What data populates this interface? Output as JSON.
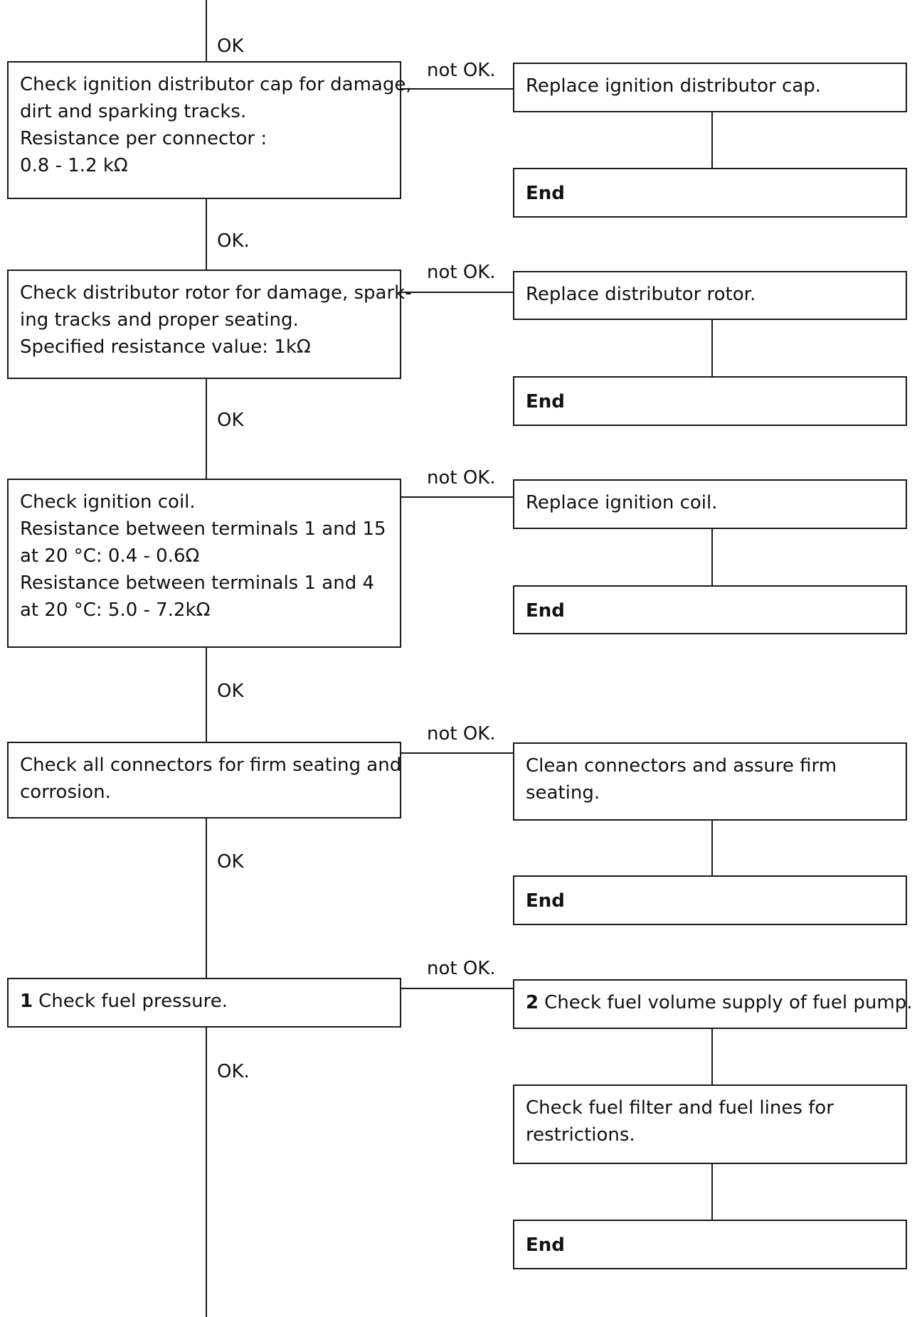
{
  "labels": {
    "ok_1": "OK",
    "ok_2": "OK.",
    "ok_3": "OK",
    "ok_4": "OK",
    "ok_5": "OK",
    "ok_6": "OK.",
    "not_ok_1": "not OK.",
    "not_ok_2": "not OK.",
    "not_ok_3": "not OK.",
    "not_ok_4": "not OK.",
    "not_ok_5": "not OK."
  },
  "steps": {
    "distributor_cap": [
      "Check ignition distributor cap for damage,",
      "dirt and sparking tracks.",
      "Resistance per connector :",
      "0.8 - 1.2 kΩ"
    ],
    "distributor_rotor": [
      "Check distributor rotor for damage, spark-",
      "ing tracks and proper seating.",
      "Specified resistance value: 1kΩ"
    ],
    "ignition_coil": [
      "Check ignition coil.",
      "Resistance between terminals 1 and  15",
      "at 20 °C: 0.4 - 0.6Ω",
      "Resistance between terminals 1 and 4",
      "at 20 °C: 5.0 - 7.2kΩ"
    ],
    "connectors": [
      "Check all connectors for firm seating and",
      "corrosion."
    ],
    "fuel_pressure": {
      "number": "1",
      "text": "Check fuel pressure."
    }
  },
  "actions": {
    "replace_cap": [
      "Replace ignition distributor cap."
    ],
    "replace_rotor": [
      "Replace distributor rotor."
    ],
    "replace_coil": [
      "Replace ignition coil."
    ],
    "clean_connectors": [
      "Clean connectors and assure firm",
      "seating."
    ],
    "fuel_volume": {
      "number": "2",
      "text": "Check fuel volume supply of fuel pump."
    },
    "fuel_filter": [
      "Check fuel filter and fuel lines for",
      "restrictions."
    ]
  },
  "end_label": "End"
}
